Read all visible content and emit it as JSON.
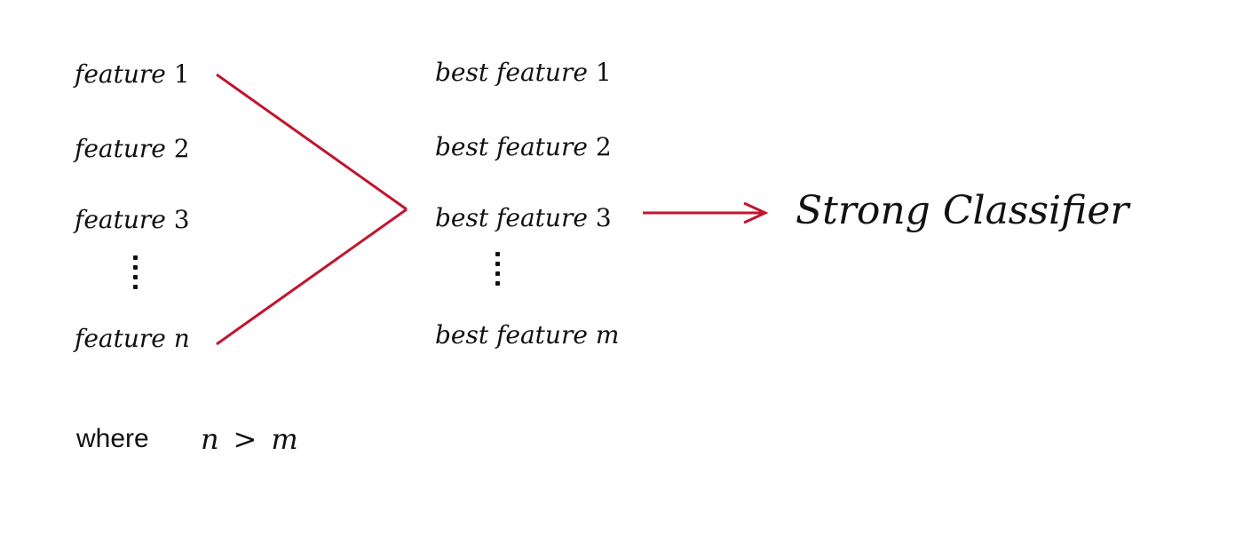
{
  "features": [
    {
      "word": "feature",
      "index": "1"
    },
    {
      "word": "feature",
      "index": "2"
    },
    {
      "word": "feature",
      "index": "3"
    },
    {
      "word": "feature",
      "index": "n"
    }
  ],
  "best_features": [
    {
      "prefix": "best",
      "word": "feature",
      "index": "1"
    },
    {
      "prefix": "best",
      "word": "feature",
      "index": "2"
    },
    {
      "prefix": "best",
      "word": "feature",
      "index": "3"
    },
    {
      "prefix": "best",
      "word": "feature",
      "index": "m"
    }
  ],
  "output_label": "Strong Classifier",
  "condition": {
    "word": "where",
    "lhs": "n",
    "op": ">",
    "rhs": "m"
  },
  "colors": {
    "connector": "#c0152f",
    "text": "#111111"
  }
}
